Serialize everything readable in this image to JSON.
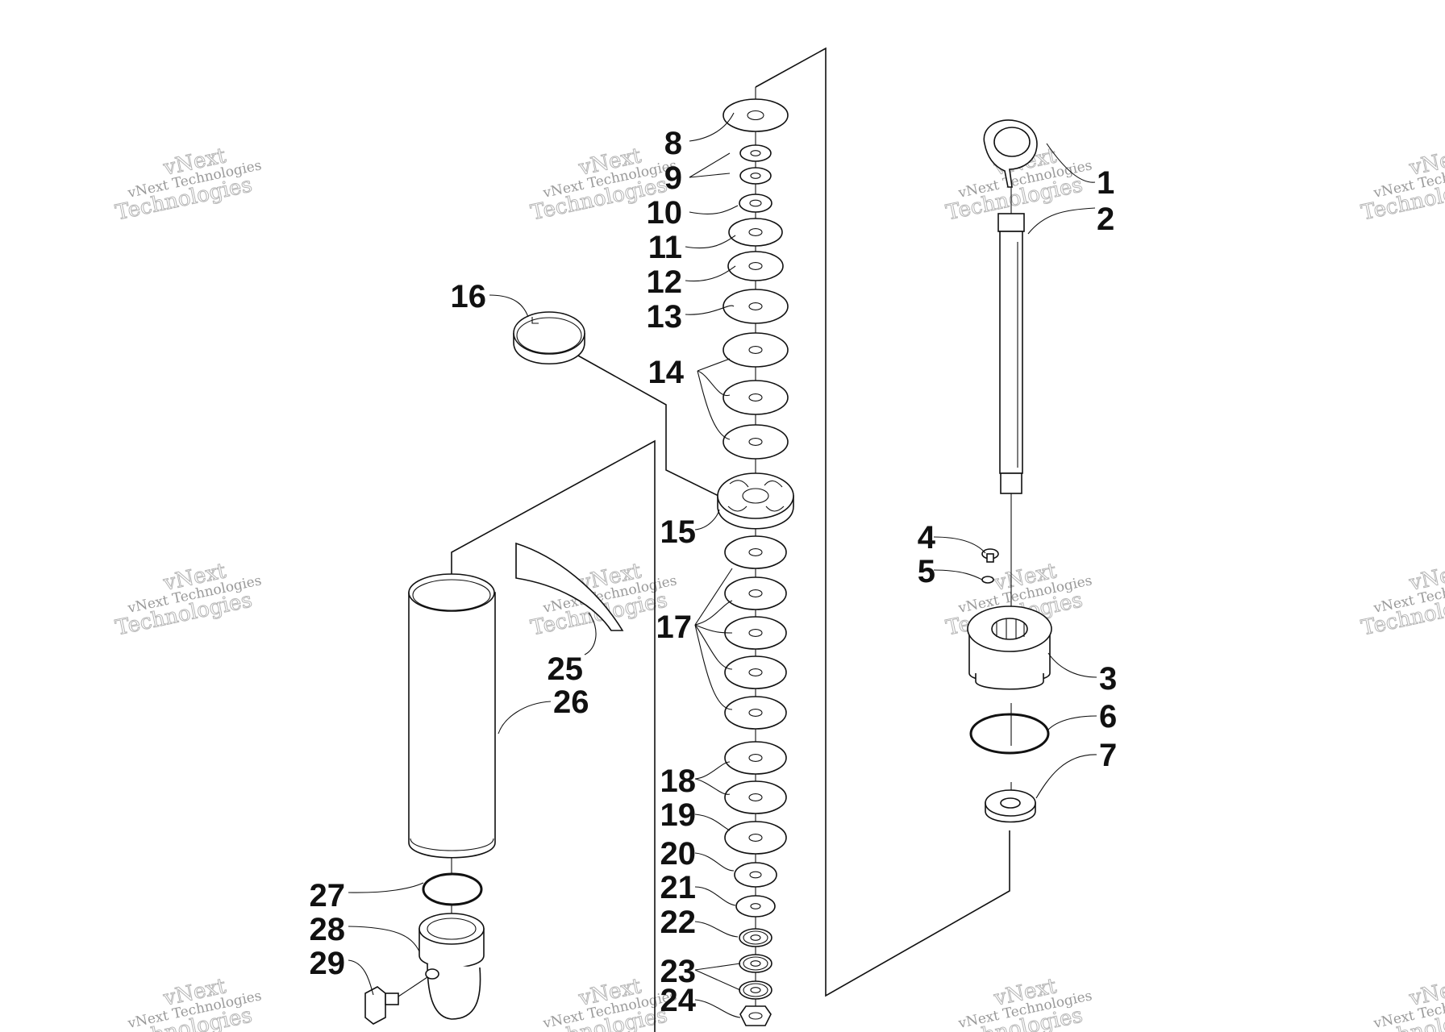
{
  "diagram": {
    "line_color": "#111111",
    "watermark": {
      "line1": "vNext",
      "line2": "vNext Technologies",
      "line3": "Technologies"
    },
    "callouts": [
      {
        "id": "1",
        "label": "1"
      },
      {
        "id": "2",
        "label": "2"
      },
      {
        "id": "3",
        "label": "3"
      },
      {
        "id": "4",
        "label": "4"
      },
      {
        "id": "5",
        "label": "5"
      },
      {
        "id": "6",
        "label": "6"
      },
      {
        "id": "7",
        "label": "7"
      },
      {
        "id": "8",
        "label": "8"
      },
      {
        "id": "9",
        "label": "9"
      },
      {
        "id": "10",
        "label": "10"
      },
      {
        "id": "11",
        "label": "11"
      },
      {
        "id": "12",
        "label": "12"
      },
      {
        "id": "13",
        "label": "13"
      },
      {
        "id": "14",
        "label": "14"
      },
      {
        "id": "15",
        "label": "15"
      },
      {
        "id": "16",
        "label": "16"
      },
      {
        "id": "17",
        "label": "17"
      },
      {
        "id": "18",
        "label": "18"
      },
      {
        "id": "19",
        "label": "19"
      },
      {
        "id": "20",
        "label": "20"
      },
      {
        "id": "21",
        "label": "21"
      },
      {
        "id": "22",
        "label": "22"
      },
      {
        "id": "23",
        "label": "23"
      },
      {
        "id": "24",
        "label": "24"
      },
      {
        "id": "25",
        "label": "25"
      },
      {
        "id": "26",
        "label": "26"
      },
      {
        "id": "27",
        "label": "27"
      },
      {
        "id": "28",
        "label": "28"
      },
      {
        "id": "29",
        "label": "29"
      }
    ]
  }
}
